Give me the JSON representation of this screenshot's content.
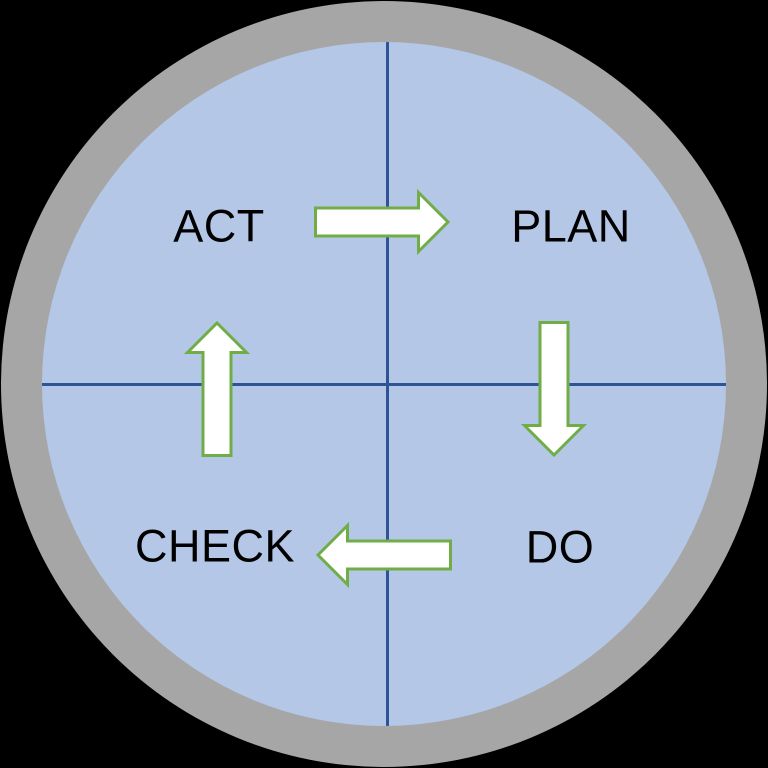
{
  "diagram": {
    "type": "cycle-quadrant",
    "quadrants": [
      {
        "label": "ACT",
        "position": "top-left"
      },
      {
        "label": "PLAN",
        "position": "top-right"
      },
      {
        "label": "DO",
        "position": "bottom-right"
      },
      {
        "label": "CHECK",
        "position": "bottom-left"
      }
    ],
    "arrows": [
      {
        "icon": "arrow-right-icon",
        "direction": "right",
        "between": [
          "ACT",
          "PLAN"
        ]
      },
      {
        "icon": "arrow-down-icon",
        "direction": "down",
        "between": [
          "PLAN",
          "DO"
        ]
      },
      {
        "icon": "arrow-left-icon",
        "direction": "left",
        "between": [
          "DO",
          "CHECK"
        ]
      },
      {
        "icon": "arrow-up-icon",
        "direction": "up",
        "between": [
          "CHECK",
          "ACT"
        ]
      }
    ],
    "colors": {
      "page-bg": "#000000",
      "ring": "#a6a6a6",
      "circle-fill": "#b4c7e7",
      "divider": "#2f5496",
      "arrow-fill": "#ffffff",
      "arrow-border": "#70ad47",
      "label-text": "#000000"
    }
  }
}
